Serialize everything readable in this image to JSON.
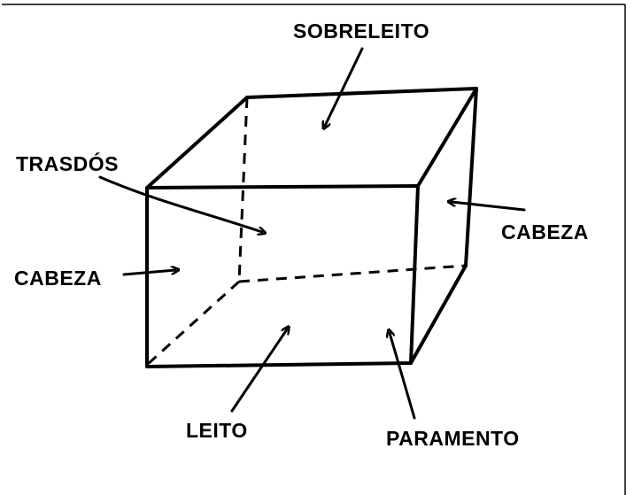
{
  "colors": {
    "ink": "#000000",
    "background": "#ffffff",
    "border": "#000000"
  },
  "labels": {
    "sobreleito": "SOBRELEITO",
    "trasdos": "TRASDÓS",
    "cabeza_right": "CABEZA",
    "cabeza_left": "CABEZA",
    "leito": "LEITO",
    "paramento": "PARAMENTO"
  }
}
